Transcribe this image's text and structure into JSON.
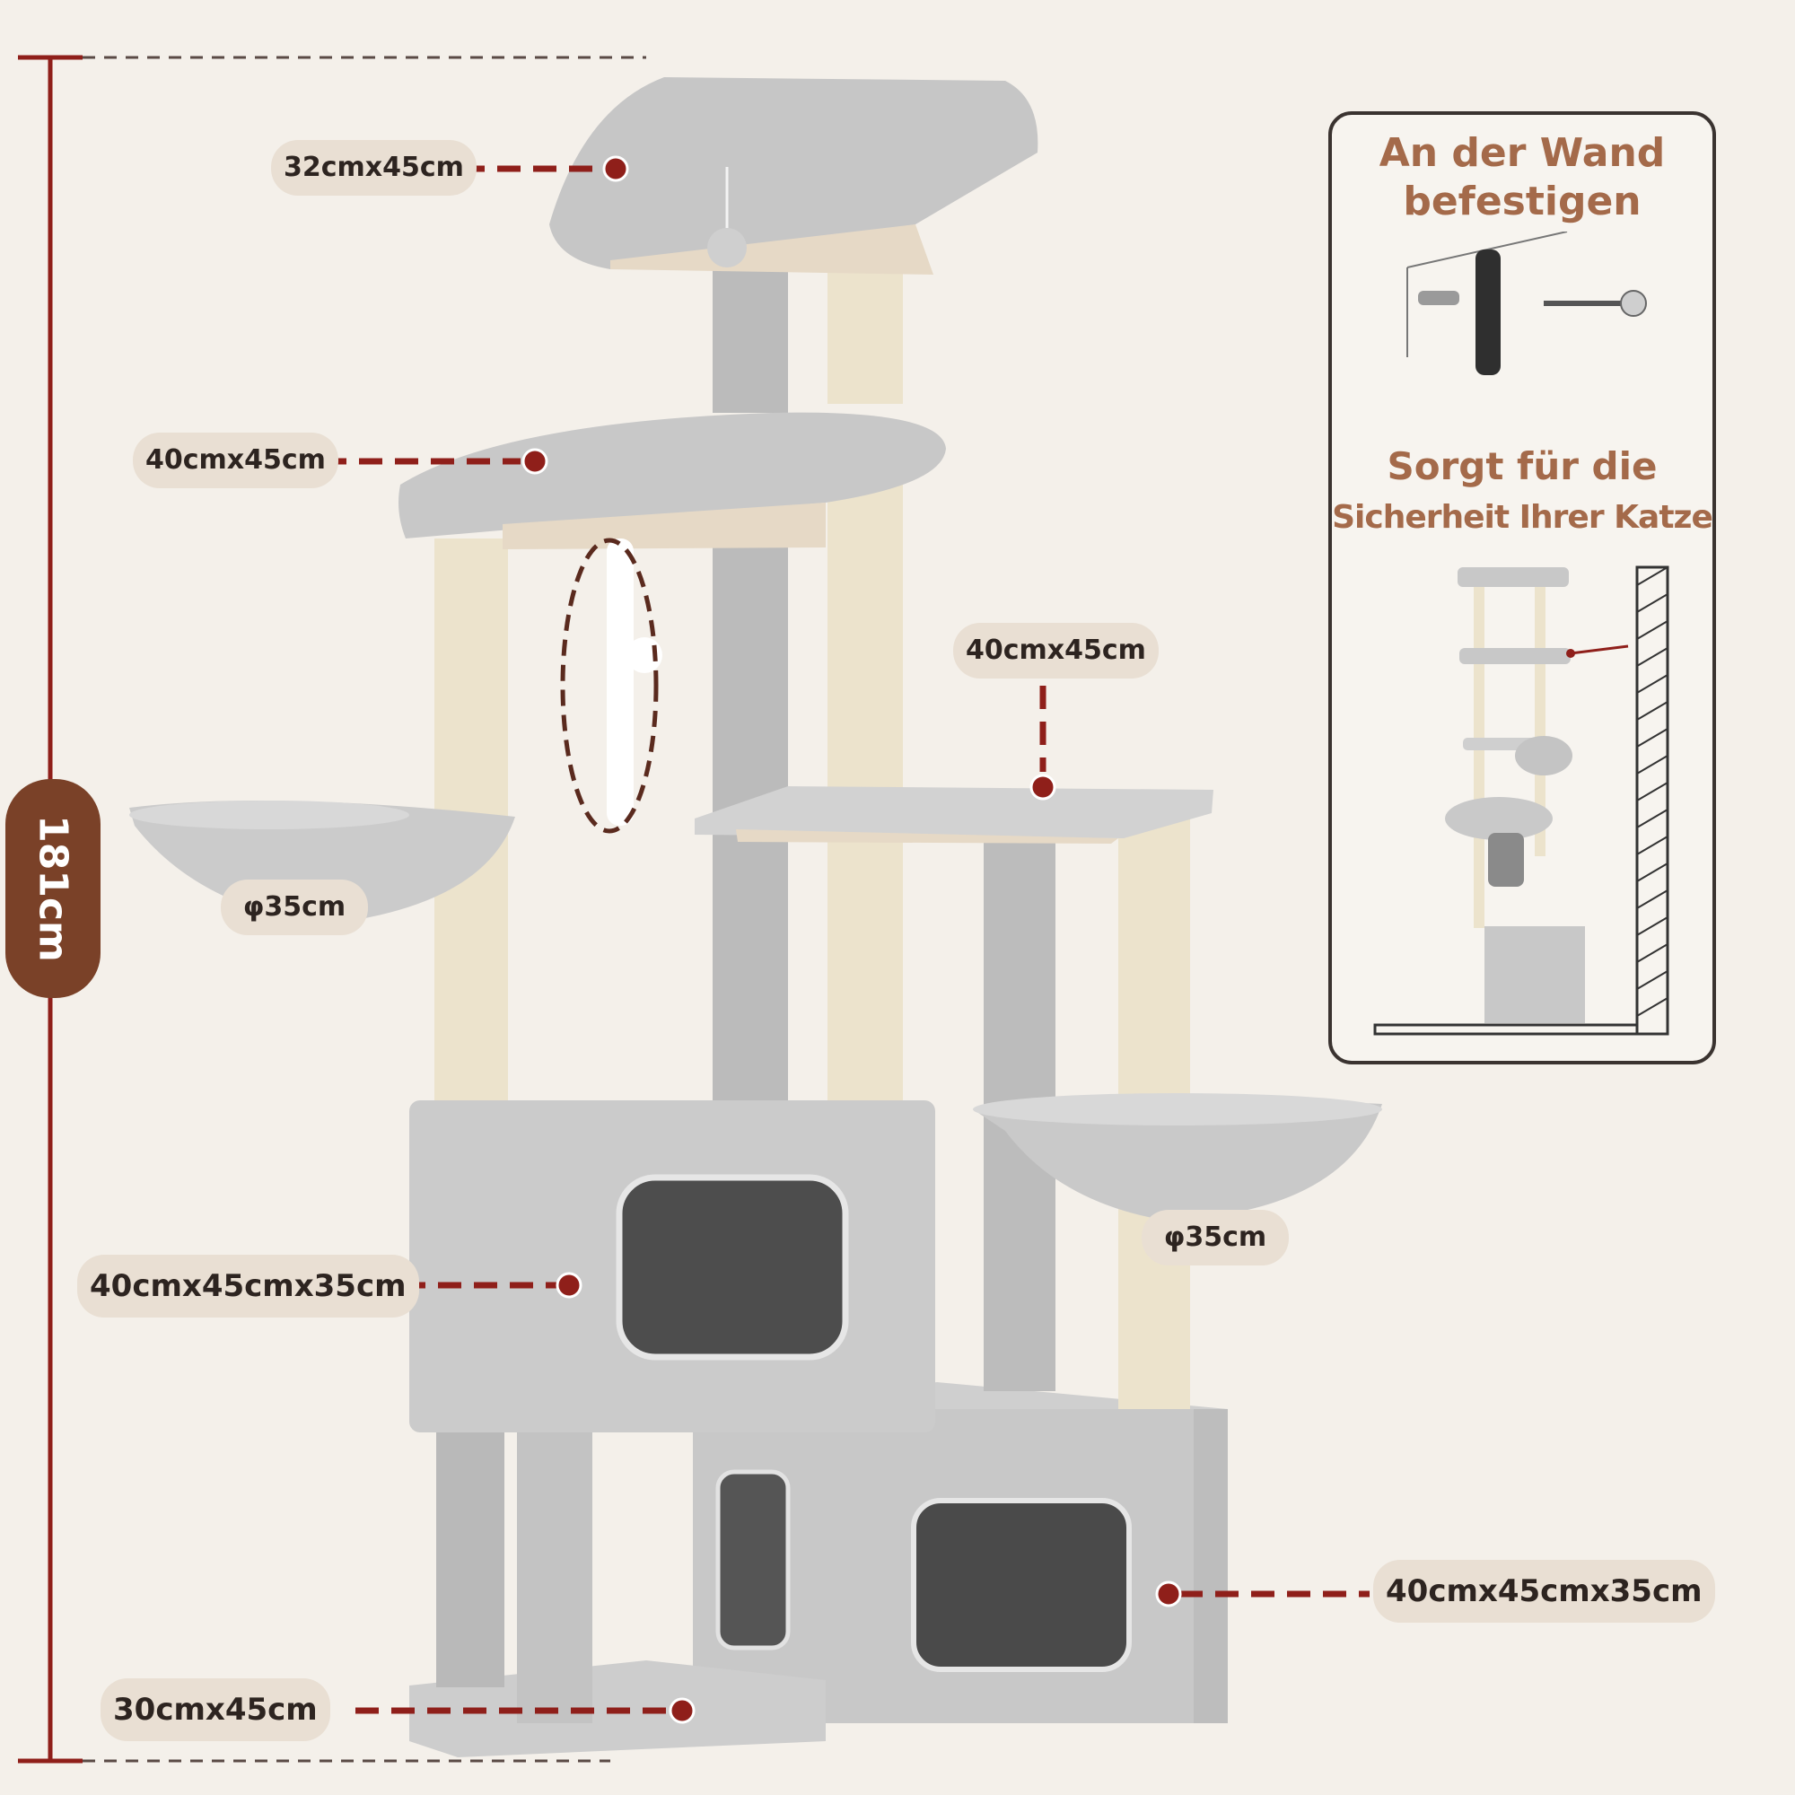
{
  "dimensions": {
    "top_platform": "32cmx45cm",
    "second_platform": "40cmx45cm",
    "middle_platform": "40cmx45cm",
    "left_basket": "φ35cm",
    "right_basket": "φ35cm",
    "upper_condo": "40cmx45cmx35cm",
    "lower_condo": "40cmx45cmx35cm",
    "base": "30cmx45cm",
    "total_height": "181cm"
  },
  "wall_panel": {
    "title_line1": "An der Wand",
    "title_line2": "befestigen",
    "subtitle_line1": "Sorgt für die",
    "subtitle_line2": "Sicherheit Ihrer Katze"
  },
  "colors": {
    "background": "#f4f0ea",
    "plush_gray": "#c7c7c7",
    "sisal": "#ece3cc",
    "accent_red": "#8f1f1a",
    "brown": "#7a4128",
    "label_bg": "#e9dfd3",
    "panel_title": "#a46a4a"
  }
}
